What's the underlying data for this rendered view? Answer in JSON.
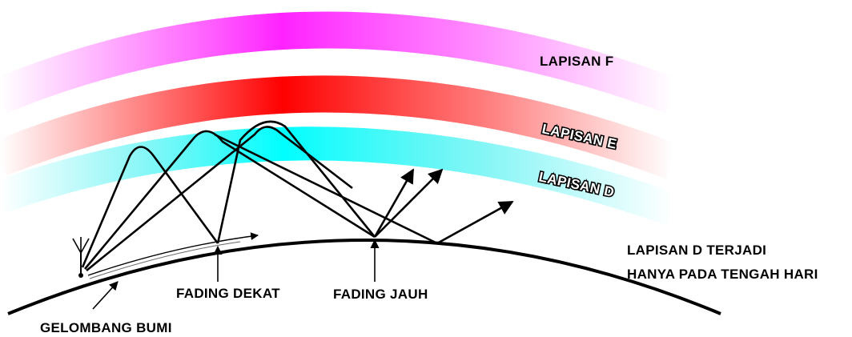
{
  "labels": {
    "layer_f": "LAPISAN F",
    "layer_e": "LAPISAN E",
    "layer_d": "LAPISAN D",
    "note_line1": "LAPISAN D TERJADI",
    "note_line2": "HANYA PADA TENGAH HARI",
    "fading_near": "FADING DEKAT",
    "fading_far": "FADING JAUH",
    "ground_wave": "GELOMBANG BUMI"
  },
  "colors": {
    "layer_f": "#ff33ff",
    "layer_e": "#ff1111",
    "layer_d": "#22eeee",
    "line": "#000000",
    "background": "#ffffff"
  },
  "icons": {
    "antenna": "antenna-icon"
  }
}
